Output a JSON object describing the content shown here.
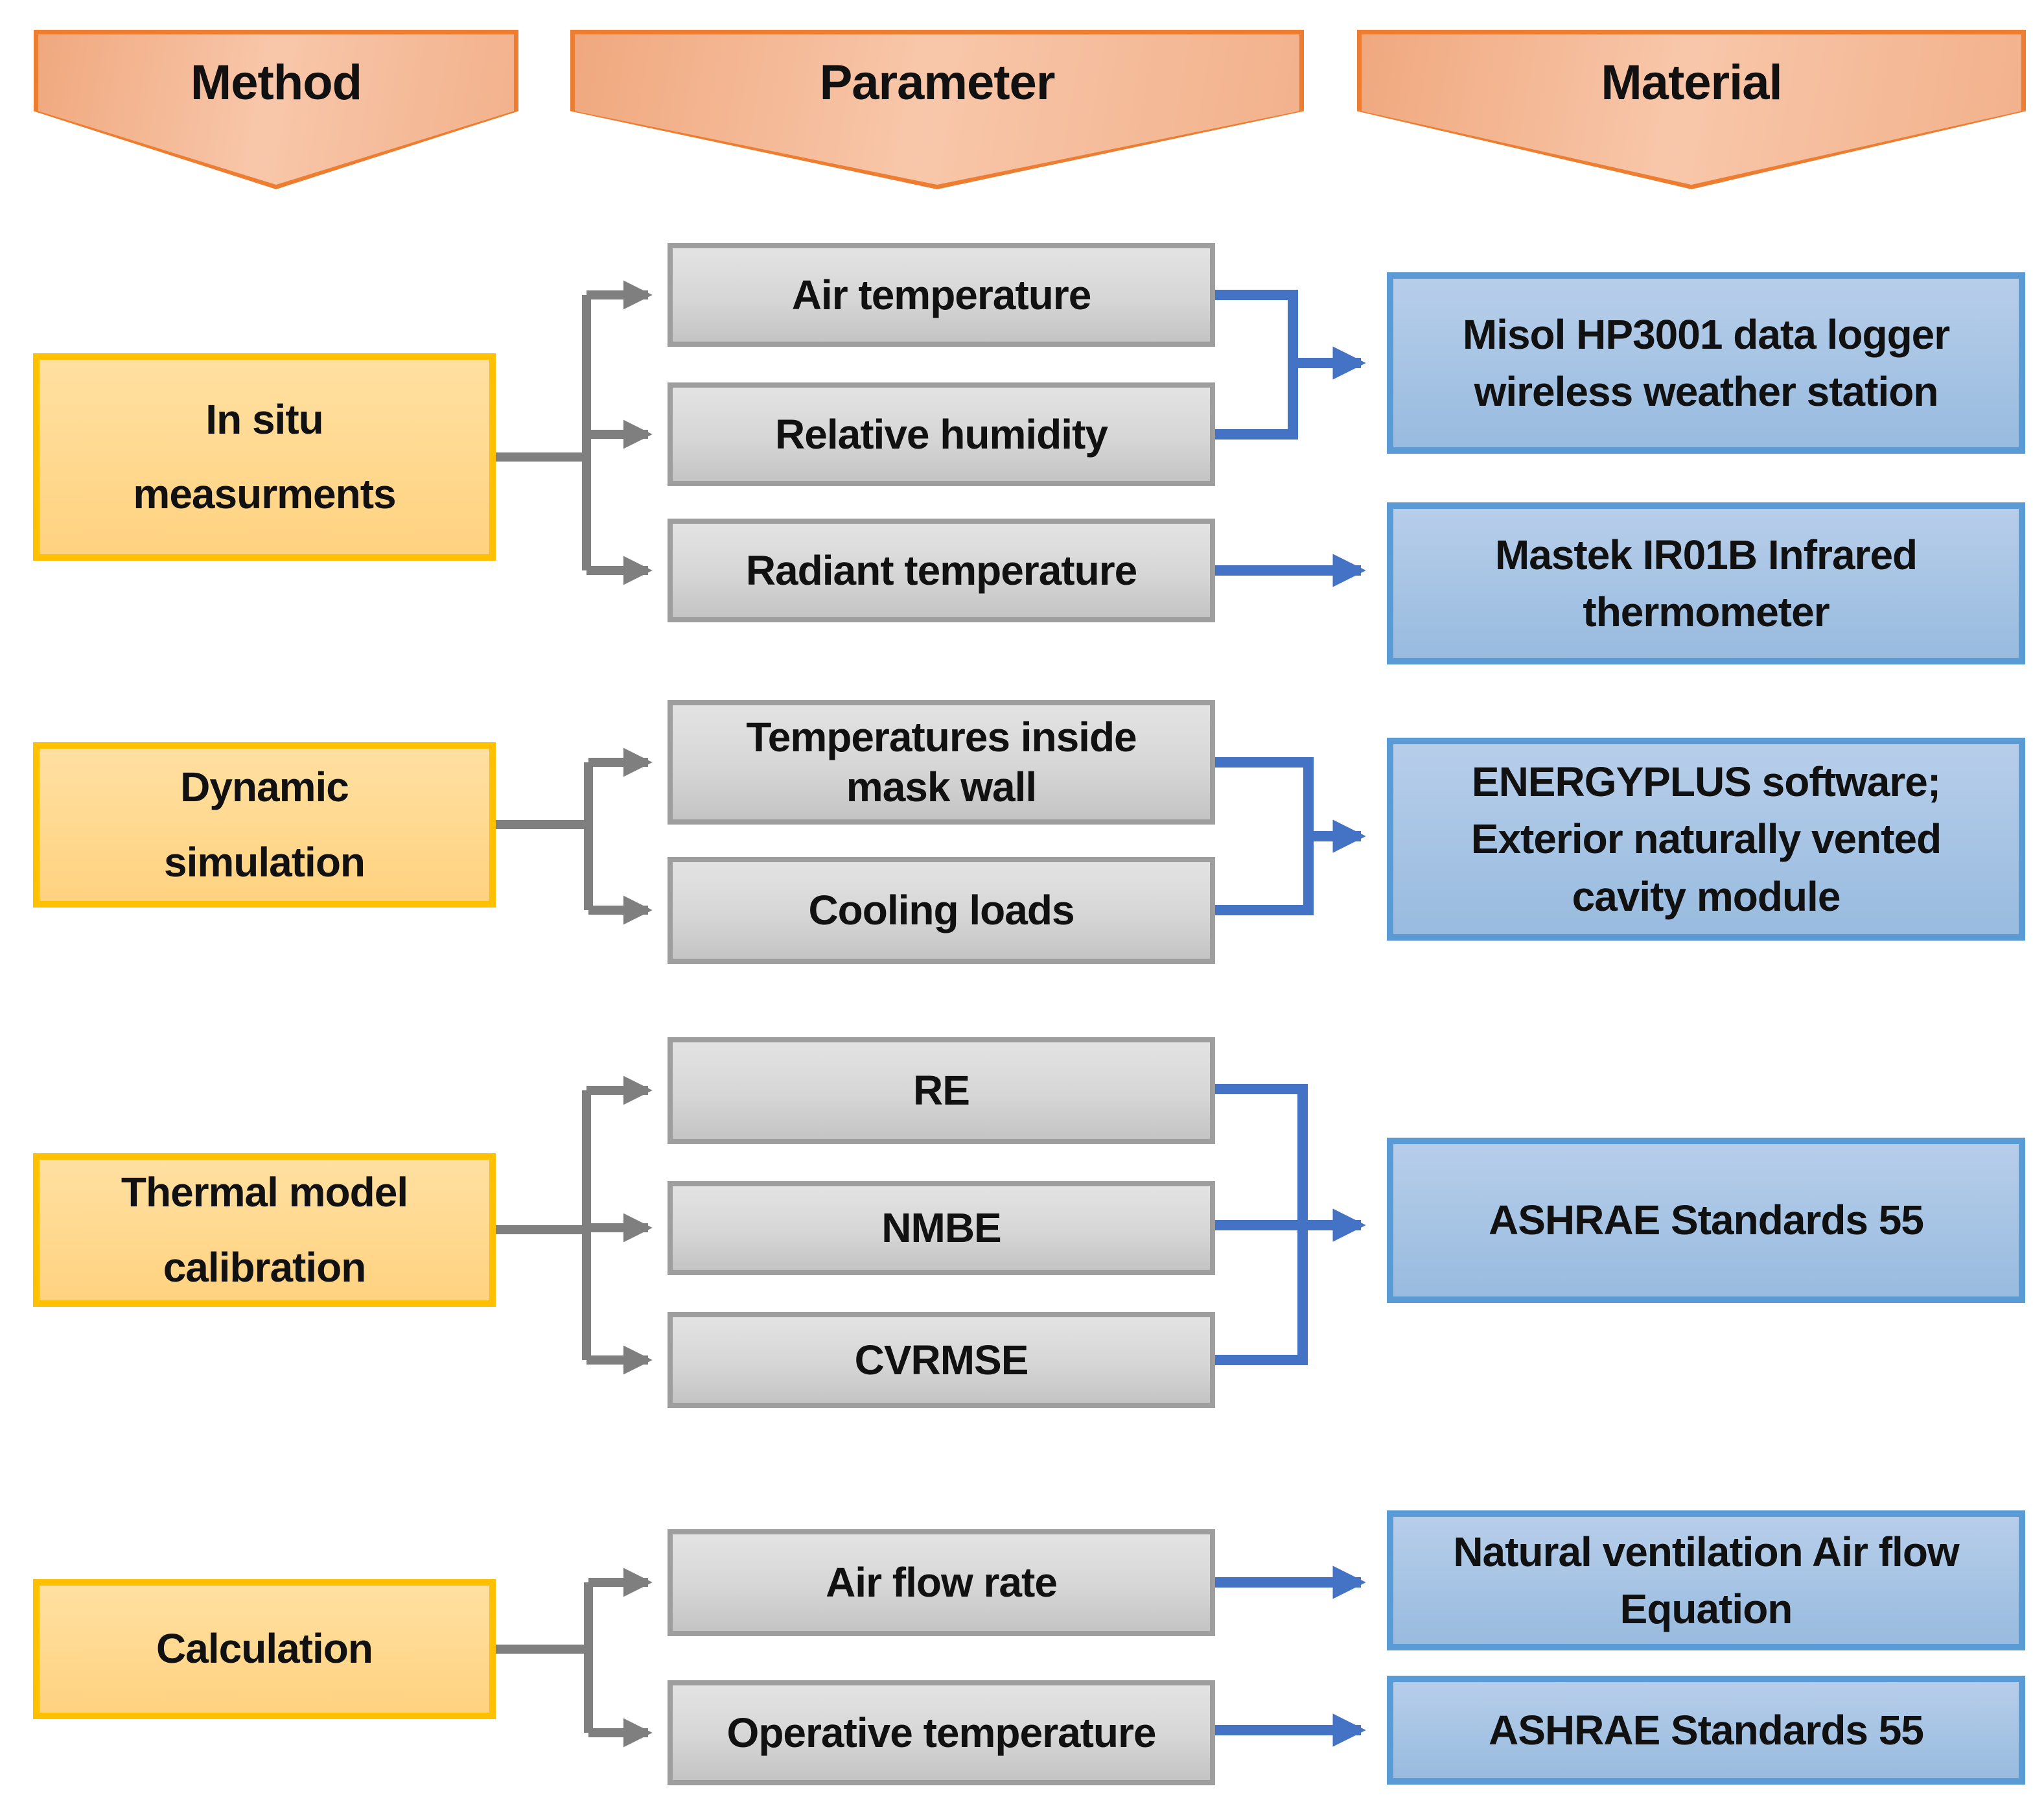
{
  "headers": {
    "method": "Method",
    "parameter": "Parameter",
    "material": "Material"
  },
  "groups": [
    {
      "method": "In situ\nmeasurments",
      "parameters": [
        "Air temperature",
        "Relative humidity",
        "Radiant temperature"
      ],
      "materials": [
        "Misol HP3001 data logger\nwireless weather station",
        "Mastek IR01B Infrared\nthermometer"
      ]
    },
    {
      "method": "Dynamic\nsimulation",
      "parameters": [
        "Temperatures inside\nmask wall",
        "Cooling loads"
      ],
      "materials": [
        "ENERGYPLUS software;\nExterior naturally vented\ncavity module"
      ]
    },
    {
      "method": "Thermal model\ncalibration",
      "parameters": [
        "RE",
        "NMBE",
        "CVRMSE"
      ],
      "materials": [
        "ASHRAE Standards 55"
      ]
    },
    {
      "method": "Calculation",
      "parameters": [
        "Air flow rate",
        "Operative temperature"
      ],
      "materials": [
        "Natural ventilation Air flow\nEquation",
        "ASHRAE Standards 55"
      ]
    }
  ],
  "colors": {
    "header_border": "#ED7D31",
    "method_border": "#FFC000",
    "method_fill_light": "#FFE0A1",
    "method_fill_dark": "#FFD280",
    "parameter_border": "#9E9E9E",
    "material_border": "#5B9BD5",
    "material_fill_light": "#B7CEEA",
    "material_fill_dark": "#98BBDF",
    "gray_connector": "#7F7F7F",
    "blue_connector": "#4472C4"
  }
}
